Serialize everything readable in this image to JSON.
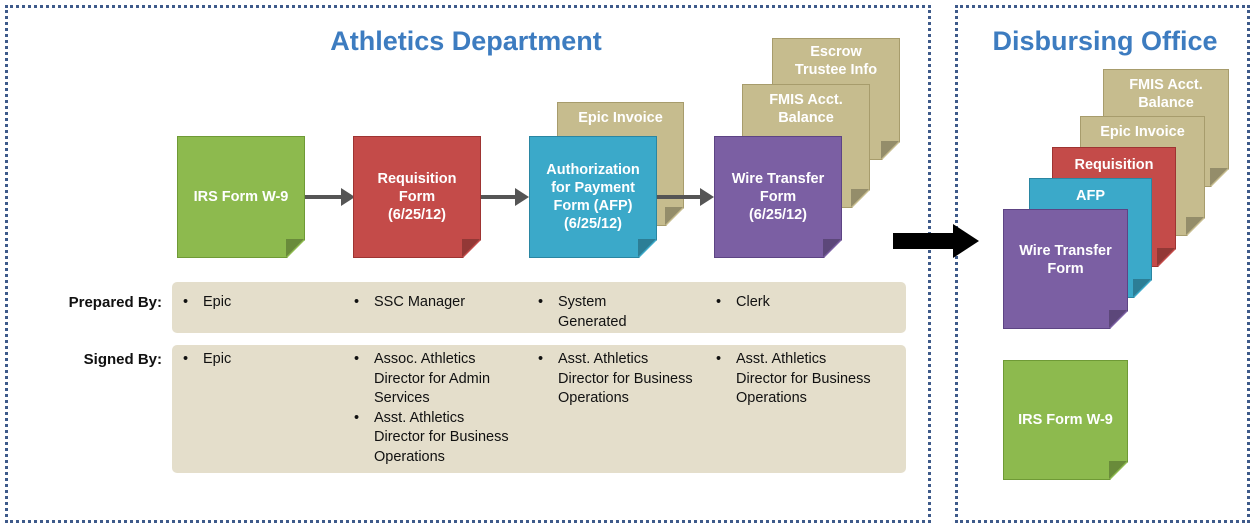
{
  "athletics": {
    "title": "Athletics Department",
    "docs": {
      "w9": "IRS Form W-9",
      "requisition": "Requisition\nForm\n(6/25/12)",
      "afp": "Authorization\nfor Payment\nForm (AFP)\n(6/25/12)",
      "wire": "Wire Transfer\nForm\n(6/25/12)",
      "epic_invoice": "Epic Invoice",
      "fmis": "FMIS Acct.\nBalance",
      "escrow": "Escrow\nTrustee Info"
    },
    "prepared_label": "Prepared By:",
    "prepared": [
      [
        "Epic"
      ],
      [
        "SSC Manager"
      ],
      [
        "System\nGenerated"
      ],
      [
        "Clerk"
      ]
    ],
    "signed_label": "Signed By:",
    "signed": [
      [
        "Epic"
      ],
      [
        "Assoc. Athletics\nDirector for Admin\nServices",
        "Asst. Athletics\nDirector for Business\nOperations"
      ],
      [
        "Asst. Athletics\nDirector for Business\nOperations"
      ],
      [
        "Asst. Athletics\nDirector for Business\nOperations"
      ]
    ]
  },
  "disbursing": {
    "title": "Disbursing Office",
    "docs": {
      "fmis": "FMIS Acct.\nBalance",
      "epic_invoice": "Epic Invoice",
      "requisition": "Requisition",
      "afp": "AFP",
      "wire": "Wire Transfer\nForm",
      "w9": "IRS Form W-9"
    }
  },
  "colors": {
    "border": "#3e5a8a",
    "title": "#3d7cc0",
    "green": "#8dba4e",
    "red": "#c44b49",
    "blue": "#3ba9c9",
    "purple": "#7b5fa3",
    "tan": "#c6bc8e",
    "row_bg": "#e4decb"
  }
}
